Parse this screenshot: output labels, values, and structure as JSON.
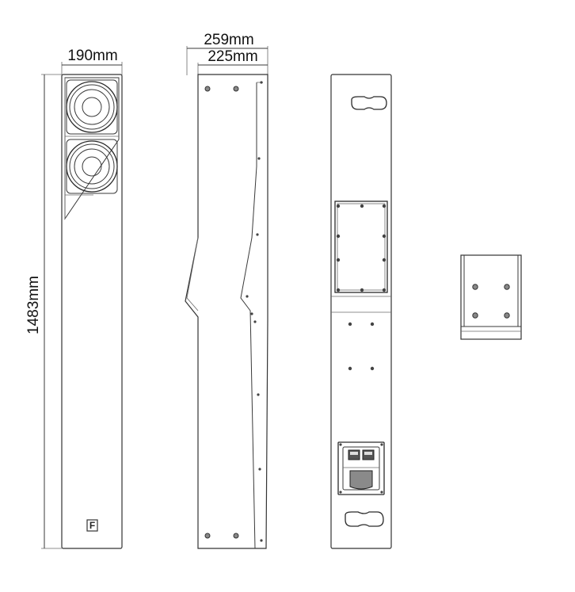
{
  "dimensions": {
    "front_width": "190mm",
    "side_depth_outer": "259mm",
    "side_depth_inner": "225mm",
    "height": "1483mm"
  },
  "logo_text": "F"
}
